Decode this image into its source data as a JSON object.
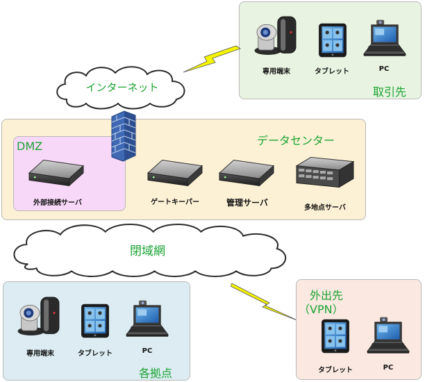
{
  "internet": {
    "label": "インターネット"
  },
  "partner": {
    "title": "取引先",
    "terminal_label": "専用端末",
    "tablet_label": "タブレット",
    "pc_label": "PC"
  },
  "datacenter": {
    "title": "データセンター",
    "gatekeeper_label": "ゲートキーパー",
    "management_label": "管理サーバ",
    "multipoint_label": "多地点サーバ"
  },
  "dmz": {
    "title": "DMZ",
    "external_server_label": "外部接続サーバ"
  },
  "closed_network": {
    "label": "閉域網"
  },
  "branch": {
    "title": "各拠点",
    "terminal_label": "専用端末",
    "tablet_label": "タブレット",
    "pc_label": "PC"
  },
  "remote": {
    "title_line1": "外出先",
    "title_line2": "（VPN）",
    "tablet_label": "タブレット",
    "pc_label": "PC"
  },
  "colors": {
    "partner_bg": "#e8f3e1",
    "datacenter_bg": "#fdf1d5",
    "dmz_bg": "#f8d8f8",
    "branch_bg": "#dcecf2",
    "remote_bg": "#fbe9e1",
    "title_green": "#1aa332",
    "lightning": "#f4f400",
    "firewall": "#3f69b5"
  }
}
